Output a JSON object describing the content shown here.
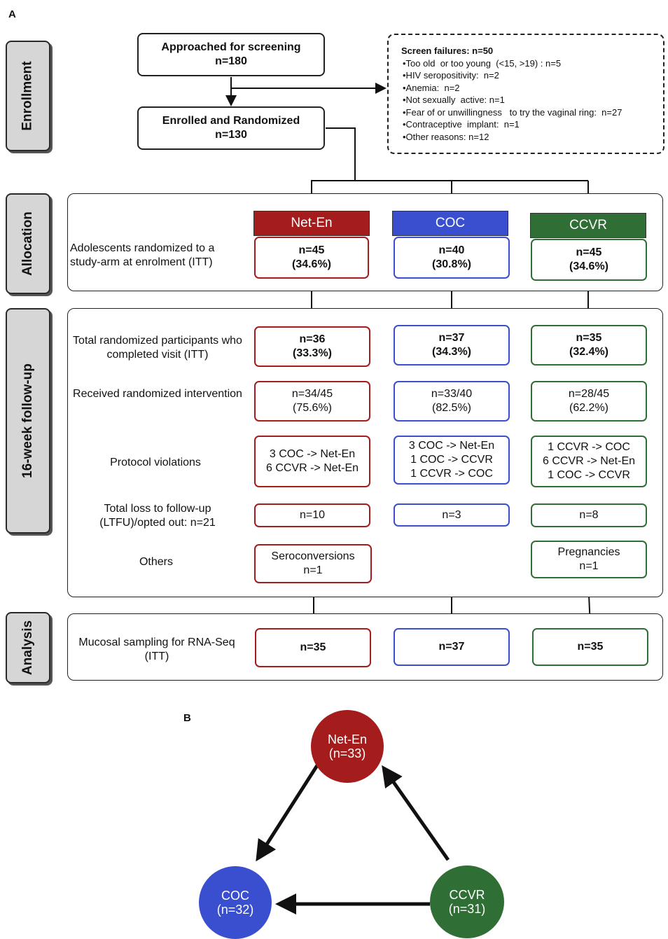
{
  "panels": {
    "a": "A",
    "b": "B"
  },
  "stages": {
    "enrollment": "Enrollment",
    "allocation": "Allocation",
    "followup": "16-week  follow-up",
    "analysis": "Analysis"
  },
  "enrollment": {
    "approached": {
      "title": "Approached for screening",
      "n": "n=180"
    },
    "enrolled": {
      "title": "Enrolled and Randomized",
      "n": "n=130"
    }
  },
  "screen_failures": {
    "title": "Screen  failures: n=50",
    "items": [
      "Too old  or too young  (<15, >19) : n=5",
      "HIV seropositivity:  n=2",
      "Anemia:  n=2",
      "Not sexually  active: n=1",
      "Fear of or unwillingness   to try the vaginal ring:  n=27",
      "Contraceptive  implant:  n=1",
      "Other reasons: n=12"
    ]
  },
  "arms": {
    "net_en": {
      "label": "Net-En",
      "color": "#a51c1c"
    },
    "coc": {
      "label": "COC",
      "color": "#3a4fd0"
    },
    "ccvr": {
      "label": "CCVR",
      "color": "#2f6e35"
    }
  },
  "rows": {
    "allocation": {
      "label": "Adolescents randomized to a study-arm at enrolment (ITT)"
    },
    "completed": {
      "label": "Total randomized participants who completed visit (ITT)"
    },
    "received": {
      "label": "Received randomized intervention"
    },
    "violations": {
      "label": "Protocol violations"
    },
    "ltfu": {
      "label": "Total loss to follow-up (LTFU)/opted  out: n=21"
    },
    "others": {
      "label": "Others"
    },
    "analysis": {
      "label": "Mucosal sampling for RNA-Seq (ITT)"
    }
  },
  "values": {
    "allocation": {
      "net_en": [
        "n=45",
        "(34.6%)"
      ],
      "coc": [
        "n=40",
        "(30.8%)"
      ],
      "ccvr": [
        "n=45",
        "(34.6%)"
      ]
    },
    "completed": {
      "net_en": [
        "n=36",
        "(33.3%)"
      ],
      "coc": [
        "n=37",
        "(34.3%)"
      ],
      "ccvr": [
        "n=35",
        "(32.4%)"
      ]
    },
    "received": {
      "net_en": [
        "n=34/45",
        "(75.6%)"
      ],
      "coc": [
        "n=33/40",
        "(82.5%)"
      ],
      "ccvr": [
        "n=28/45",
        "(62.2%)"
      ]
    },
    "violations": {
      "net_en": [
        "3 COC -> Net-En",
        "6 CCVR -> Net-En"
      ],
      "coc": [
        "3 COC ->  Net-En",
        "1 COC -> CCVR",
        "1 CCVR -> COC"
      ],
      "ccvr": [
        "1 CCVR -> COC",
        "6 CCVR -> Net-En",
        "1 COC  -> CCVR"
      ]
    },
    "ltfu": {
      "net_en": "n=10",
      "coc": "n=3",
      "ccvr": "n=8"
    },
    "others": {
      "net_en": [
        "Seroconversions",
        "n=1"
      ],
      "ccvr": [
        "Pregnancies",
        "n=1"
      ]
    },
    "analysis": {
      "net_en": "n=35",
      "coc": "n=37",
      "ccvr": "n=35"
    }
  },
  "panel_b": {
    "net_en": {
      "label": "Net-En",
      "n": "(n=33)",
      "color": "#a51c1c"
    },
    "coc": {
      "label": "COC",
      "n": "(n=32)",
      "color": "#3a4fd0"
    },
    "ccvr": {
      "label": "CCVR",
      "n": "(n=31)",
      "color": "#2f6e35"
    }
  }
}
